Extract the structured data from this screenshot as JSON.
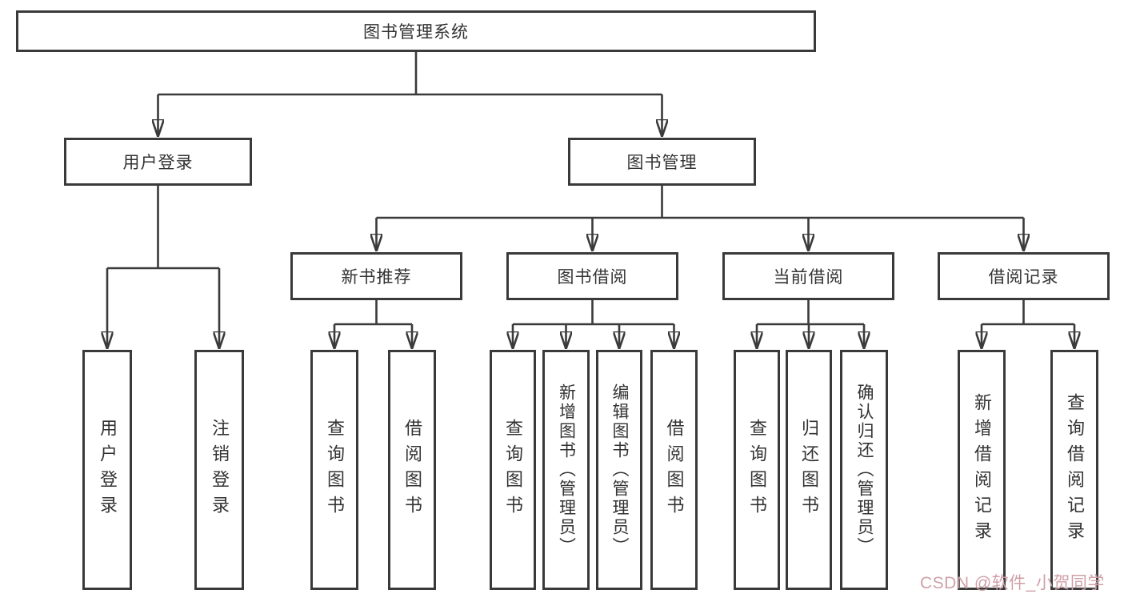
{
  "tree": {
    "root": {
      "label": "图书管理系统",
      "children": [
        {
          "label": "用户登录",
          "children": [
            {
              "label": "用户登录"
            },
            {
              "label": "注销登录"
            }
          ]
        },
        {
          "label": "图书管理",
          "children": [
            {
              "label": "新书推荐",
              "children": [
                {
                  "label": "查询图书"
                },
                {
                  "label": "借阅图书"
                }
              ]
            },
            {
              "label": "图书借阅",
              "children": [
                {
                  "label": "查询图书"
                },
                {
                  "label": "新增图书（管理员）"
                },
                {
                  "label": "编辑图书（管理员）"
                },
                {
                  "label": "借阅图书"
                }
              ]
            },
            {
              "label": "当前借阅",
              "children": [
                {
                  "label": "查询图书"
                },
                {
                  "label": "归还图书"
                },
                {
                  "label": "确认归还（管理员）"
                }
              ]
            },
            {
              "label": "借阅记录",
              "children": [
                {
                  "label": "新增借阅记录"
                },
                {
                  "label": "查询借阅记录"
                }
              ]
            }
          ]
        }
      ]
    }
  },
  "watermark": {
    "text": "CSDN @软件_小贺同学"
  },
  "colors": {
    "line": "#3a3a3a",
    "text": "#333333",
    "background": "#ffffff",
    "watermark": "#cfa0a7"
  }
}
